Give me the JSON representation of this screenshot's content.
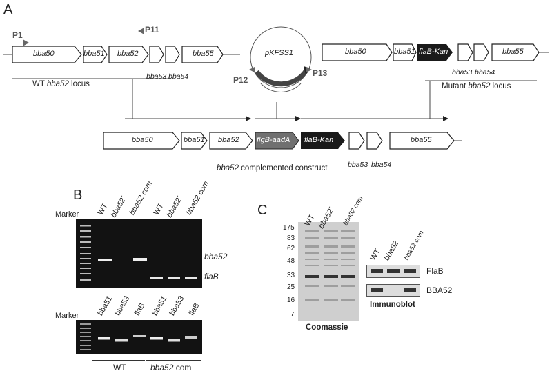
{
  "panels": {
    "a": "A",
    "b": "B",
    "c": "C"
  },
  "panel_a": {
    "wt_genes": [
      "bba50",
      "bba51",
      "bba52",
      "bba53",
      "bba54",
      "bba55"
    ],
    "primers": {
      "p1": "P1",
      "p11": "P11",
      "p12": "P12",
      "p13": "P13"
    },
    "plasmid": "pKFSS1",
    "wt_locus_gene": "bba52",
    "wt_locus_suffix": " locus",
    "wt_prefix": "WT ",
    "mutant_prefix": "Mutant ",
    "mutant_genes": [
      "bba50",
      "bba51",
      "flaB-Kan",
      "bba53",
      "bba54",
      "bba55"
    ],
    "complemented_genes": [
      "bba50",
      "bba51",
      "bba52",
      "flgB-aadA",
      "flaB-Kan",
      "bba53",
      "bba54",
      "bba55"
    ],
    "complemented_suffix": " complemented construct"
  },
  "panel_b": {
    "marker": "Marker",
    "top_lanes": [
      "WT",
      "bba52",
      "bba52 com",
      "WT",
      "bba52",
      "bba52 com"
    ],
    "minus": "-",
    "top_band_labels": [
      "bba52",
      "flaB"
    ],
    "bottom_lanes": [
      "bba51",
      "bba53",
      "flaB",
      "bba51",
      "bba53",
      "flaB"
    ],
    "groups": [
      "WT",
      "bba52",
      " com"
    ]
  },
  "panel_c": {
    "lanes": [
      "WT",
      "bba52",
      "bba52 com"
    ],
    "minus": "-",
    "mw": [
      "175",
      "83",
      "62",
      "48",
      "33",
      "25",
      "16",
      "7"
    ],
    "coomassie": "Coomassie",
    "immuno_lanes": [
      "WT",
      "bba52",
      "bba52 com"
    ],
    "immuno_bands": [
      "FlaB",
      "BBA52"
    ],
    "immunoblot": "Immunoblot"
  }
}
